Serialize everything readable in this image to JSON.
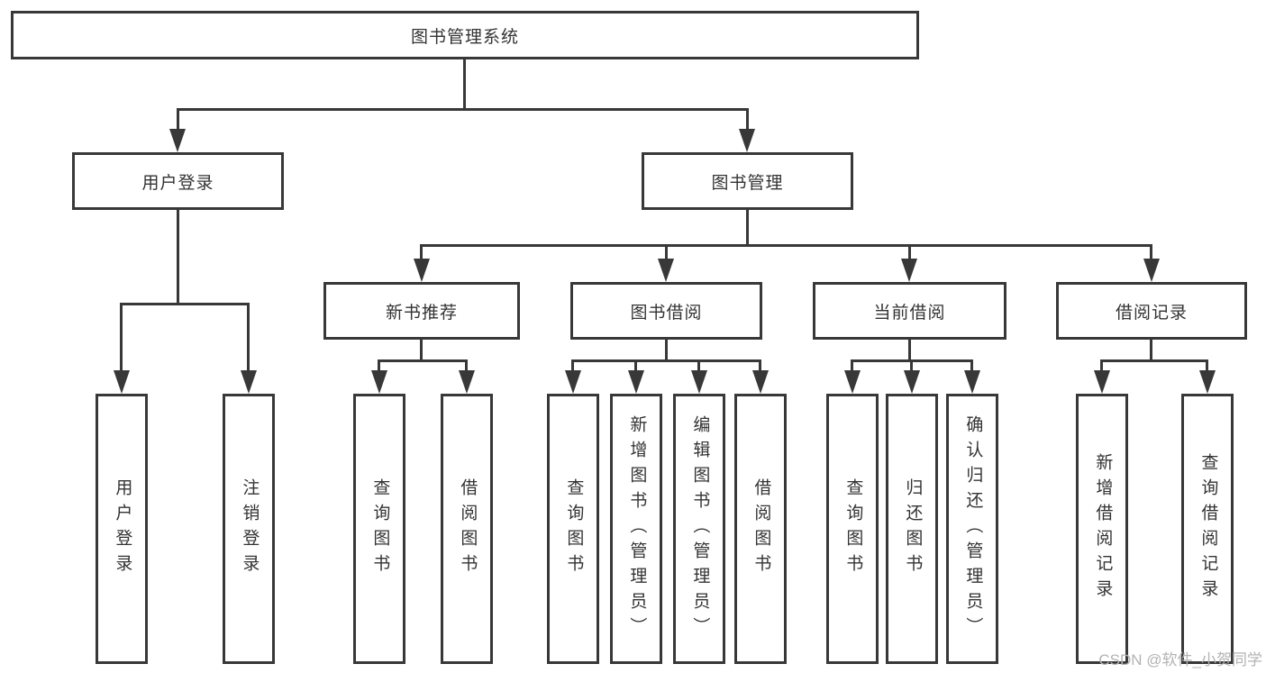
{
  "colors": {
    "line": "#383838",
    "text": "#333333",
    "watermark": "#b3b3b3",
    "background": "#ffffff"
  },
  "tree": {
    "root": "图书管理系统",
    "branches": [
      {
        "label": "用户登录",
        "children": [
          "用户登录",
          "注销登录"
        ]
      },
      {
        "label": "图书管理",
        "sections": [
          {
            "label": "新书推荐",
            "children": [
              "查询图书",
              "借阅图书"
            ]
          },
          {
            "label": "图书借阅",
            "children": [
              "查询图书",
              "新增图书（管理员）",
              "编辑图书（管理员）",
              "借阅图书"
            ]
          },
          {
            "label": "当前借阅",
            "children": [
              "查询图书",
              "归还图书",
              "确认归还（管理员）"
            ]
          },
          {
            "label": "借阅记录",
            "children": [
              "新增借阅记录",
              "查询借阅记录"
            ]
          }
        ]
      }
    ]
  },
  "watermark": "CSDN @软件_小贺同学"
}
